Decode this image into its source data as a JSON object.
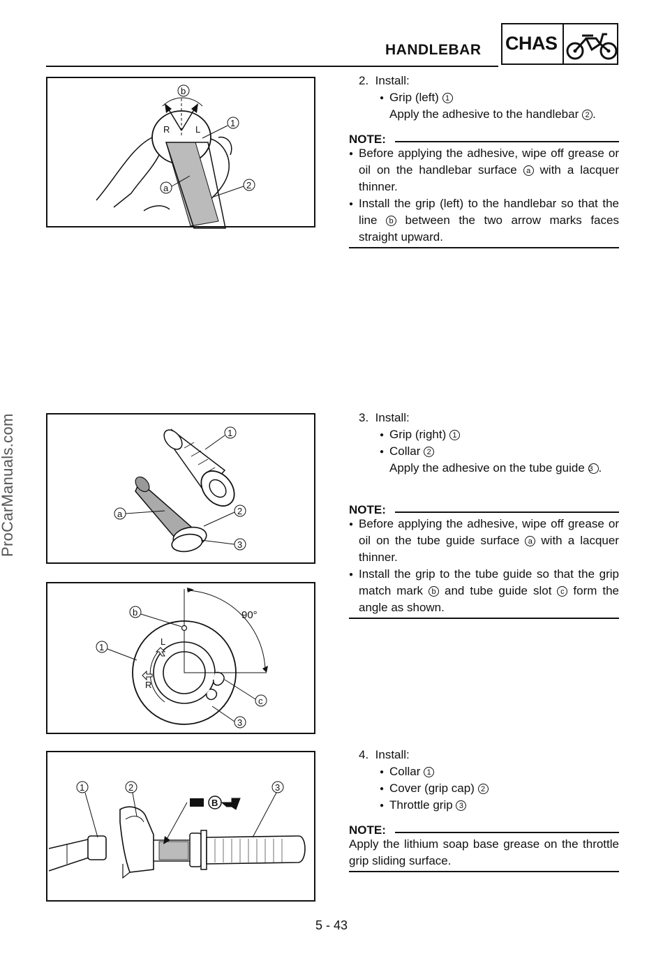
{
  "header": {
    "title": "HANDLEBAR",
    "section_code": "CHAS"
  },
  "watermark": "ProCarManuals.com",
  "step2": {
    "number": "2.",
    "action": "Install:",
    "item1": "Grip (left)",
    "item1_ref": "1",
    "apply_text": "Apply the adhesive to the handlebar",
    "apply_ref": "2",
    "note_label": "NOTE:",
    "note1_part1": "Before applying the adhesive, wipe off grease or oil on the handlebar surface",
    "note1_ref": "a",
    "note1_part2": "with a lacquer thinner.",
    "note2_part1": "Install the grip (left) to the handlebar so that the line",
    "note2_ref": "b",
    "note2_part2": "between the two arrow marks faces straight upward."
  },
  "step3": {
    "number": "3.",
    "action": "Install:",
    "item1": "Grip (right)",
    "item1_ref": "1",
    "item2": "Collar",
    "item2_ref": "2",
    "apply_text": "Apply the adhesive on the tube guide",
    "apply_ref": "3",
    "note_label": "NOTE:",
    "note1_part1": "Before applying the adhesive, wipe off grease or oil on the tube guide surface",
    "note1_ref": "a",
    "note1_part2": "with a lacquer thinner.",
    "note2_part1": "Install the grip to the tube guide so that the grip match mark",
    "note2_ref": "b",
    "note2_part2": "and tube guide slot",
    "note2_ref2": "c",
    "note2_part3": "form the angle as shown."
  },
  "step4": {
    "number": "4.",
    "action": "Install:",
    "item1": "Collar",
    "item1_ref": "1",
    "item2": "Cover (grip cap)",
    "item2_ref": "2",
    "item3": "Throttle grip",
    "item3_ref": "3",
    "note_label": "NOTE:",
    "note_text": "Apply the lithium soap base grease on the throttle grip sliding surface."
  },
  "fig1": {
    "labels": [
      "b",
      "1",
      "a",
      "2"
    ],
    "marks": [
      "R",
      "L"
    ]
  },
  "fig2": {
    "labels": [
      "1",
      "a",
      "2",
      "3"
    ]
  },
  "fig3": {
    "labels": [
      "b",
      "90°",
      "1",
      "c",
      "3"
    ],
    "marks": [
      "L",
      "R"
    ]
  },
  "fig4": {
    "labels": [
      "1",
      "2",
      "3",
      "B"
    ]
  },
  "page_number": "5 - 43"
}
